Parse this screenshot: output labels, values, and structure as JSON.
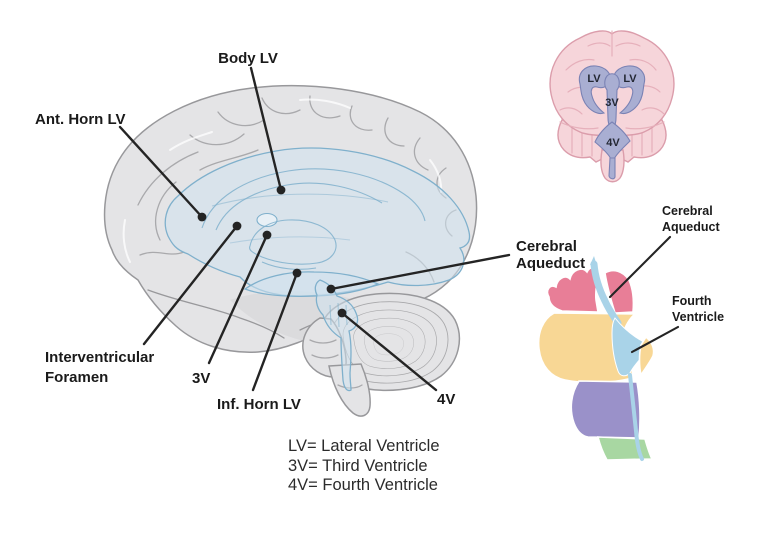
{
  "figure": {
    "description": "Brain ventricular system diagram: lateral brain view with highlighted ventricles, coronal brain inset, and brainstem CSF-flow inset"
  },
  "colors": {
    "brain_fill": "#e4e4e6",
    "brain_fill_deep": "#d6d6d8",
    "brain_outline": "#98989b",
    "brain_gyrus": "#a9a9ac",
    "ventricle_fill": "#cfe2ee",
    "ventricle_outline": "#7fb0cc",
    "leader": "#242424",
    "label": "#1a1a1a",
    "legend_text": "#2b2b2b",
    "coronal_brain": "#f6d5da",
    "coronal_outline": "#db9dab",
    "coronal_gyrus": "#e6b0bb",
    "coronal_ventricle": "#a9aed2",
    "coronal_ventricle_outline": "#7a82b4",
    "inset_label": "#232733",
    "midbrain_pink": "#e87e97",
    "pons_yellow": "#f8d795",
    "medulla_purple": "#9a91c9",
    "cord_green": "#a8d7a2",
    "csf_blue": "#a9d3e8"
  },
  "main_diagram": {
    "labels": {
      "body_lv": "Body LV",
      "ant_horn_lv": "Ant. Horn LV",
      "interventricular_foramen_line1": "Interventricular",
      "interventricular_foramen_line2": "Foramen",
      "third_ventricle": "3V",
      "inf_horn_lv": "Inf. Horn LV",
      "cerebral_aqueduct_line1": "Cerebral",
      "cerebral_aqueduct_line2": "Aqueduct",
      "fourth_ventricle": "4V"
    }
  },
  "coronal_inset": {
    "labels": {
      "lv_left": "LV",
      "lv_right": "LV",
      "third_ventricle": "3V",
      "fourth_ventricle": "4V"
    }
  },
  "brainstem_inset": {
    "labels": {
      "cerebral_aqueduct_line1": "Cerebral",
      "cerebral_aqueduct_line2": "Aqueduct",
      "fourth_ventricle_line1": "Fourth",
      "fourth_ventricle_line2": "Ventricle"
    }
  },
  "legend": {
    "line1": "LV= Lateral Ventricle",
    "line2": "3V= Third Ventricle",
    "line3": "4V= Fourth Ventricle"
  }
}
